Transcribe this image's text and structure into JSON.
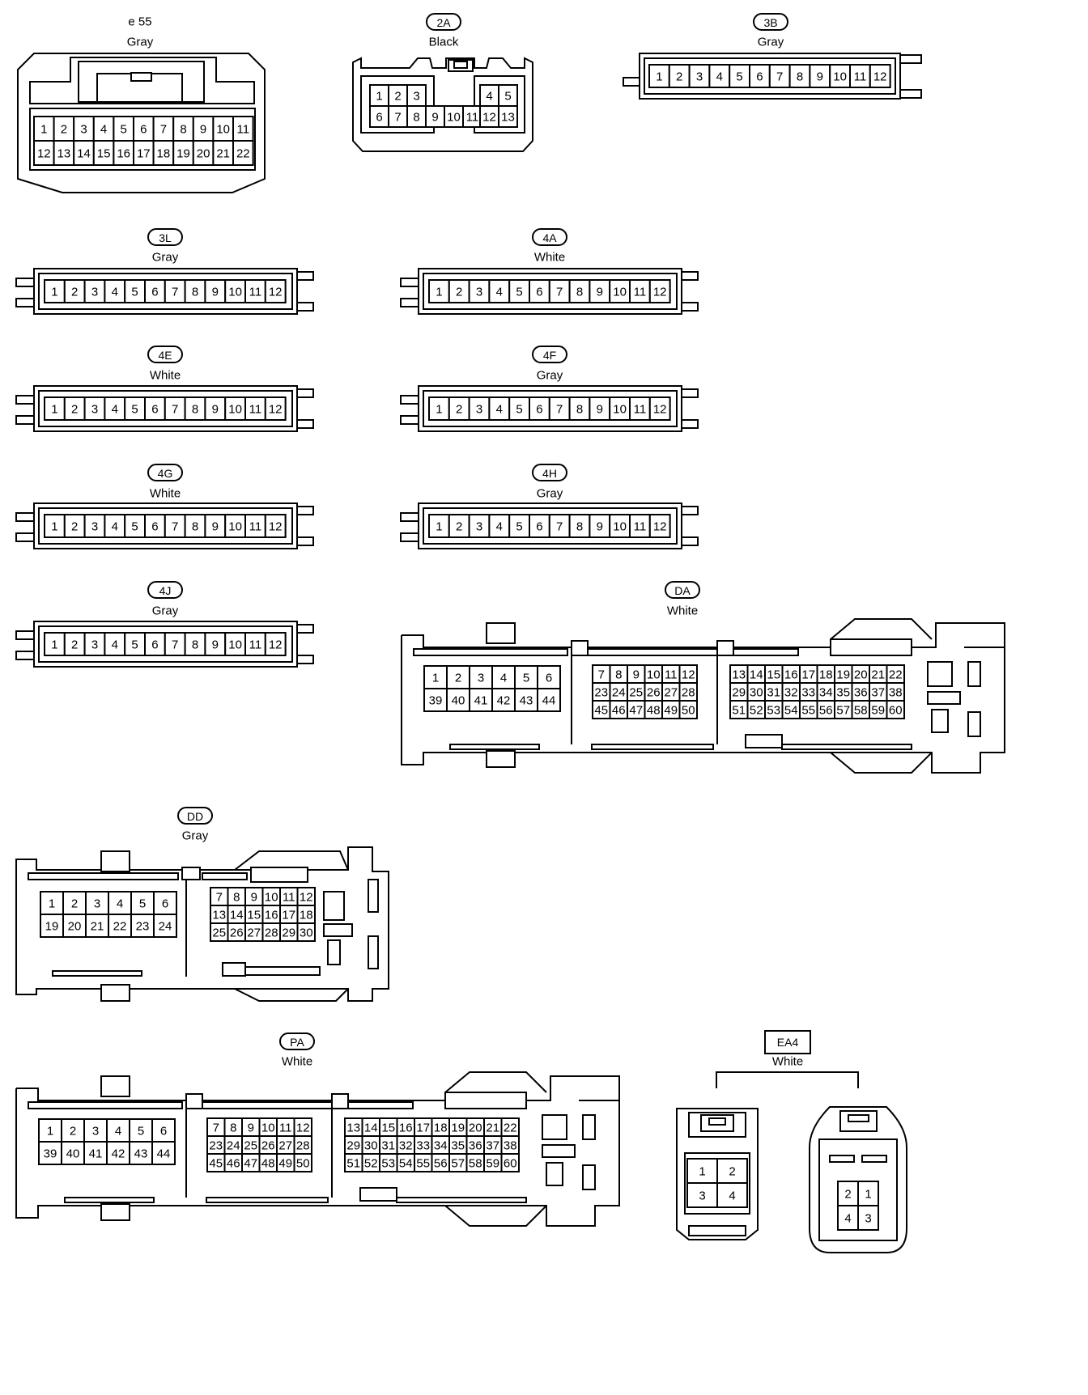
{
  "connectors": {
    "e55": {
      "id": "e 55",
      "color": "Gray",
      "pins": [
        "1",
        "2",
        "3",
        "4",
        "5",
        "6",
        "7",
        "8",
        "9",
        "10",
        "11",
        "12",
        "13",
        "14",
        "15",
        "16",
        "17",
        "18",
        "19",
        "20",
        "21",
        "22"
      ]
    },
    "c2A": {
      "id": "2A",
      "color": "Black",
      "pins": [
        "1",
        "2",
        "3",
        "4",
        "5",
        "6",
        "7",
        "8",
        "9",
        "10",
        "11",
        "12",
        "13"
      ]
    },
    "c3B": {
      "id": "3B",
      "color": "Gray",
      "pins": [
        "1",
        "2",
        "3",
        "4",
        "5",
        "6",
        "7",
        "8",
        "9",
        "10",
        "11",
        "12"
      ]
    },
    "c3L": {
      "id": "3L",
      "color": "Gray",
      "pins": [
        "1",
        "2",
        "3",
        "4",
        "5",
        "6",
        "7",
        "8",
        "9",
        "10",
        "11",
        "12"
      ]
    },
    "c4A": {
      "id": "4A",
      "color": "White",
      "pins": [
        "1",
        "2",
        "3",
        "4",
        "5",
        "6",
        "7",
        "8",
        "9",
        "10",
        "11",
        "12"
      ]
    },
    "c4E": {
      "id": "4E",
      "color": "White",
      "pins": [
        "1",
        "2",
        "3",
        "4",
        "5",
        "6",
        "7",
        "8",
        "9",
        "10",
        "11",
        "12"
      ]
    },
    "c4F": {
      "id": "4F",
      "color": "Gray",
      "pins": [
        "1",
        "2",
        "3",
        "4",
        "5",
        "6",
        "7",
        "8",
        "9",
        "10",
        "11",
        "12"
      ]
    },
    "c4G": {
      "id": "4G",
      "color": "White",
      "pins": [
        "1",
        "2",
        "3",
        "4",
        "5",
        "6",
        "7",
        "8",
        "9",
        "10",
        "11",
        "12"
      ]
    },
    "c4H": {
      "id": "4H",
      "color": "Gray",
      "pins": [
        "1",
        "2",
        "3",
        "4",
        "5",
        "6",
        "7",
        "8",
        "9",
        "10",
        "11",
        "12"
      ]
    },
    "c4J": {
      "id": "4J",
      "color": "Gray",
      "pins": [
        "1",
        "2",
        "3",
        "4",
        "5",
        "6",
        "7",
        "8",
        "9",
        "10",
        "11",
        "12"
      ]
    },
    "DA": {
      "id": "DA",
      "color": "White",
      "pins": [
        "1",
        "2",
        "3",
        "4",
        "5",
        "6",
        "39",
        "40",
        "41",
        "42",
        "43",
        "44",
        "7",
        "8",
        "9",
        "10",
        "11",
        "12",
        "23",
        "24",
        "25",
        "26",
        "27",
        "28",
        "45",
        "46",
        "47",
        "48",
        "49",
        "50",
        "13",
        "14",
        "15",
        "16",
        "17",
        "18",
        "19",
        "20",
        "21",
        "22",
        "29",
        "30",
        "31",
        "32",
        "33",
        "34",
        "35",
        "36",
        "37",
        "38",
        "51",
        "52",
        "53",
        "54",
        "55",
        "56",
        "57",
        "58",
        "59",
        "60"
      ]
    },
    "DD": {
      "id": "DD",
      "color": "Gray",
      "pins": [
        "1",
        "2",
        "3",
        "4",
        "5",
        "6",
        "19",
        "20",
        "21",
        "22",
        "23",
        "24",
        "7",
        "8",
        "9",
        "10",
        "11",
        "12",
        "13",
        "14",
        "15",
        "16",
        "17",
        "18",
        "25",
        "26",
        "27",
        "28",
        "29",
        "30"
      ]
    },
    "PA": {
      "id": "PA",
      "color": "White",
      "pins": [
        "1",
        "2",
        "3",
        "4",
        "5",
        "6",
        "39",
        "40",
        "41",
        "42",
        "43",
        "44",
        "7",
        "8",
        "9",
        "10",
        "11",
        "12",
        "23",
        "24",
        "25",
        "26",
        "27",
        "28",
        "45",
        "46",
        "47",
        "48",
        "49",
        "50",
        "13",
        "14",
        "15",
        "16",
        "17",
        "18",
        "19",
        "20",
        "21",
        "22",
        "29",
        "30",
        "31",
        "32",
        "33",
        "34",
        "35",
        "36",
        "37",
        "38",
        "51",
        "52",
        "53",
        "54",
        "55",
        "56",
        "57",
        "58",
        "59",
        "60"
      ]
    },
    "EA4": {
      "id": "EA4",
      "color": "White",
      "pins_a": [
        "1",
        "2",
        "3",
        "4"
      ],
      "pins_b": [
        "2",
        "1",
        "4",
        "3"
      ]
    }
  }
}
